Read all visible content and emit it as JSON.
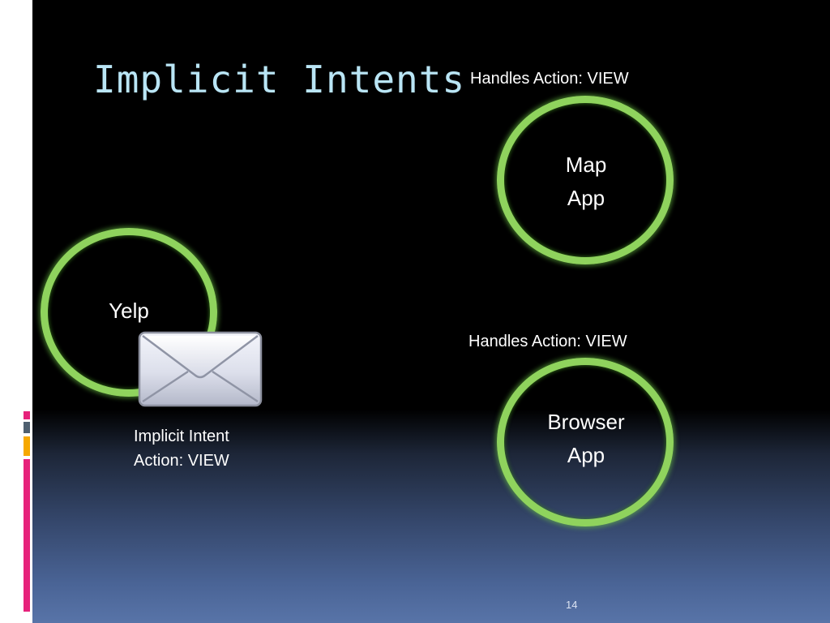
{
  "slide": {
    "title": "Implicit Intents",
    "page_number": "14"
  },
  "diagram": {
    "sender": {
      "app_name": "Yelp",
      "intent_line1": "Implicit Intent",
      "intent_line2": "Action: VIEW"
    },
    "receivers": [
      {
        "handles_label": "Handles Action: VIEW",
        "name_line1": "Map",
        "name_line2": "App"
      },
      {
        "handles_label": "Handles Action: VIEW",
        "name_line1": "Browser",
        "name_line2": "App"
      }
    ],
    "envelope_icon": "envelope-icon"
  },
  "colors": {
    "title": "#b9e5f5",
    "ring": "#8fd35d",
    "accent_grey": "#4f6070",
    "accent_orange": "#f6a800",
    "accent_pink": "#e6227b"
  }
}
